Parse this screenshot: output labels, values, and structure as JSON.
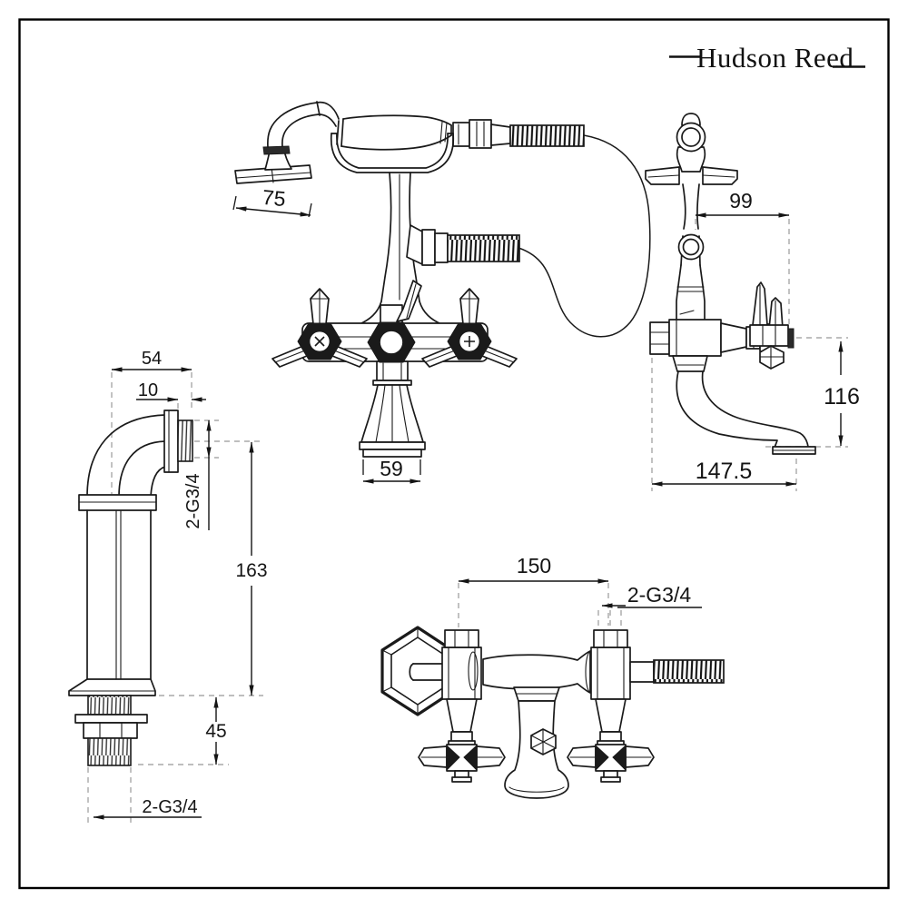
{
  "brand": {
    "logo_text": "Hudson Reed"
  },
  "views": {
    "front": {
      "title": "bath-shower-mixer-front-view",
      "dims": {
        "handset_head_width": "75",
        "base_width": "59"
      }
    },
    "side": {
      "title": "bath-shower-mixer-side-view",
      "dims": {
        "cradle_depth": "99",
        "spout_drop_height": "116",
        "overall_depth": "147.5"
      }
    },
    "leg": {
      "title": "mounting-leg-detail-view",
      "dims": {
        "elbow_offset": "54",
        "thread_length": "10",
        "side_thread_size": "2-G3/4",
        "leg_height": "163",
        "tail_length": "45",
        "tail_thread_size": "2-G3/4"
      }
    },
    "top": {
      "title": "bath-shower-mixer-top-view",
      "dims": {
        "inlet_centres": "150",
        "inlet_thread_size": "2-G3/4"
      }
    }
  }
}
